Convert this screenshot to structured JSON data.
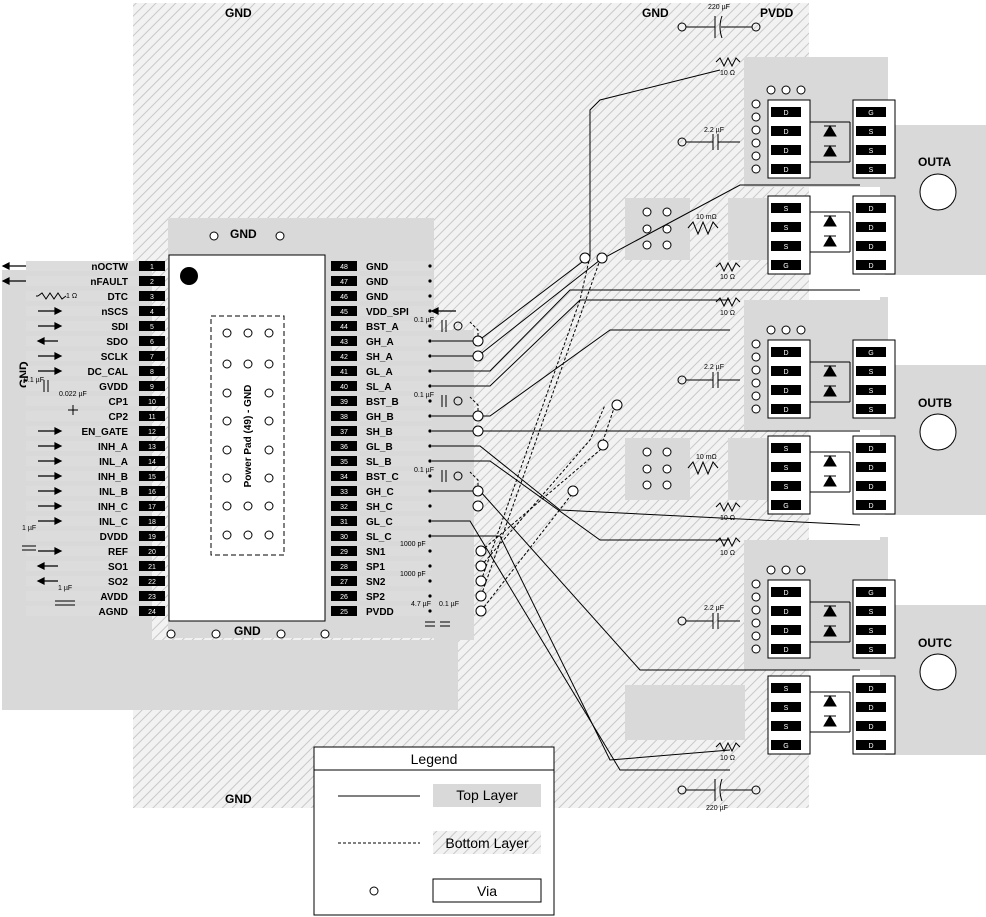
{
  "zones": {
    "gnd_top": "GND",
    "gnd_top_right": "GND",
    "pvdd_top": "PVDD",
    "gnd_ic_top": "GND",
    "gnd_ic_bottom": "GND",
    "gnd_left": "GND",
    "gnd_bottom": "GND"
  },
  "outputs": [
    "OUTA",
    "OUTB",
    "OUTC"
  ],
  "left_pins": [
    {
      "name": "nOCTW",
      "num": "1"
    },
    {
      "name": "nFAULT",
      "num": "2"
    },
    {
      "name": "DTC",
      "num": "3"
    },
    {
      "name": "nSCS",
      "num": "4"
    },
    {
      "name": "SDI",
      "num": "5"
    },
    {
      "name": "SDO",
      "num": "6"
    },
    {
      "name": "SCLK",
      "num": "7"
    },
    {
      "name": "DC_CAL",
      "num": "8"
    },
    {
      "name": "GVDD",
      "num": "9"
    },
    {
      "name": "CP1",
      "num": "10"
    },
    {
      "name": "CP2",
      "num": "11"
    },
    {
      "name": "EN_GATE",
      "num": "12"
    },
    {
      "name": "INH_A",
      "num": "13"
    },
    {
      "name": "INL_A",
      "num": "14"
    },
    {
      "name": "INH_B",
      "num": "15"
    },
    {
      "name": "INL_B",
      "num": "16"
    },
    {
      "name": "INH_C",
      "num": "17"
    },
    {
      "name": "INL_C",
      "num": "18"
    },
    {
      "name": "DVDD",
      "num": "19"
    },
    {
      "name": "REF",
      "num": "20"
    },
    {
      "name": "SO1",
      "num": "21"
    },
    {
      "name": "SO2",
      "num": "22"
    },
    {
      "name": "AVDD",
      "num": "23"
    },
    {
      "name": "AGND",
      "num": "24"
    }
  ],
  "right_pins": [
    {
      "name": "GND",
      "num": "48"
    },
    {
      "name": "GND",
      "num": "47"
    },
    {
      "name": "GND",
      "num": "46"
    },
    {
      "name": "VDD_SPI",
      "num": "45"
    },
    {
      "name": "BST_A",
      "num": "44"
    },
    {
      "name": "GH_A",
      "num": "43"
    },
    {
      "name": "SH_A",
      "num": "42"
    },
    {
      "name": "GL_A",
      "num": "41"
    },
    {
      "name": "SL_A",
      "num": "40"
    },
    {
      "name": "BST_B",
      "num": "39"
    },
    {
      "name": "GH_B",
      "num": "38"
    },
    {
      "name": "SH_B",
      "num": "37"
    },
    {
      "name": "GL_B",
      "num": "36"
    },
    {
      "name": "SL_B",
      "num": "35"
    },
    {
      "name": "BST_C",
      "num": "34"
    },
    {
      "name": "GH_C",
      "num": "33"
    },
    {
      "name": "SH_C",
      "num": "32"
    },
    {
      "name": "GL_C",
      "num": "31"
    },
    {
      "name": "SL_C",
      "num": "30"
    },
    {
      "name": "SN1",
      "num": "29"
    },
    {
      "name": "SP1",
      "num": "28"
    },
    {
      "name": "SN2",
      "num": "27"
    },
    {
      "name": "SP2",
      "num": "26"
    },
    {
      "name": "PVDD",
      "num": "25"
    }
  ],
  "power_pad_label": "Power Pad (49) - GND",
  "component_values": {
    "cap_220u": "220 µF",
    "res_10": "10 Ω",
    "cap_2u2": "2.2 µF",
    "res_10m": "10 mΩ",
    "cap_0u1": "0.1 µF",
    "cap_1000p": "1000 pF",
    "cap_4u7": "4.7 µF",
    "cap_1u": "1 µF",
    "cap_0u022": "0.022 µF",
    "res_1": "1 Ω"
  },
  "fet_pins": {
    "d": "D",
    "s": "S",
    "g": "G"
  },
  "legend": {
    "title": "Legend",
    "top_layer": "Top Layer",
    "bottom_layer": "Bottom Layer",
    "via": "Via"
  }
}
